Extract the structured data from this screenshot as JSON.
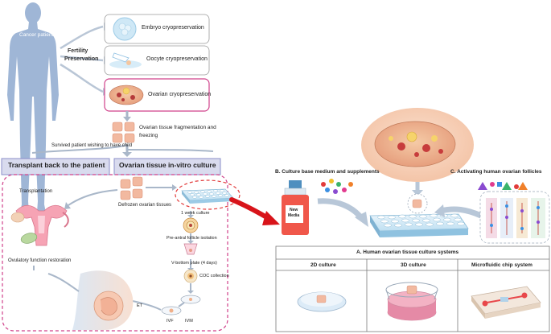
{
  "left_panel": {
    "patient_label": "Cancer patient",
    "fertility_preservation": [
      "Fertility",
      "Preservation"
    ],
    "options": [
      "Embryo cryopreservation",
      "Oocyte cryopreservation",
      "Ovarian cryopreservation"
    ],
    "fragmentation": [
      "Ovarian tissue fragmentation and",
      "freezing"
    ],
    "survived": "Survived patient wishing to have child",
    "transplant_header": "Transplant back to the patient",
    "invitro_header": "Ovarian tissue in-vitro culture",
    "transplantation": "Transplantation",
    "defrozen": "Defrozen ovarian tissues",
    "ovulatory": "Ovulatory function restoration",
    "culture_steps": [
      "1 week culture",
      "Pre-antral follicle isolation",
      "V-bottom plate (4 days)",
      "COC collection",
      "IVM",
      "IVF",
      "ET"
    ]
  },
  "right_panel": {
    "section_b": "B. Culture base medium and supplements",
    "section_c": "C. Activating human ovarian follicles",
    "bottle_label": [
      "New",
      "Media"
    ],
    "section_a": "A. Human ovarian tissue culture systems",
    "systems": [
      "2D culture",
      "3D culture",
      "Microfluidic chip system"
    ]
  },
  "colors": {
    "silhouette": "#9fb6d6",
    "magenta_border": "#d0408a",
    "red_dashed": "#e23b3b",
    "header_fill": "#d9dbee",
    "header_border": "#8b8fc9",
    "red_arrow": "#d8141a",
    "gray_arrow": "#a9b7c9"
  }
}
